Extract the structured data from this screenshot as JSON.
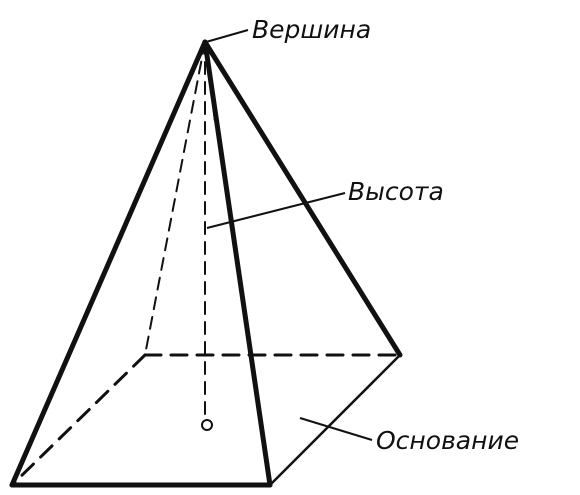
{
  "labels": {
    "apex": "Вершина",
    "height": "Высота",
    "base": "Основание"
  }
}
